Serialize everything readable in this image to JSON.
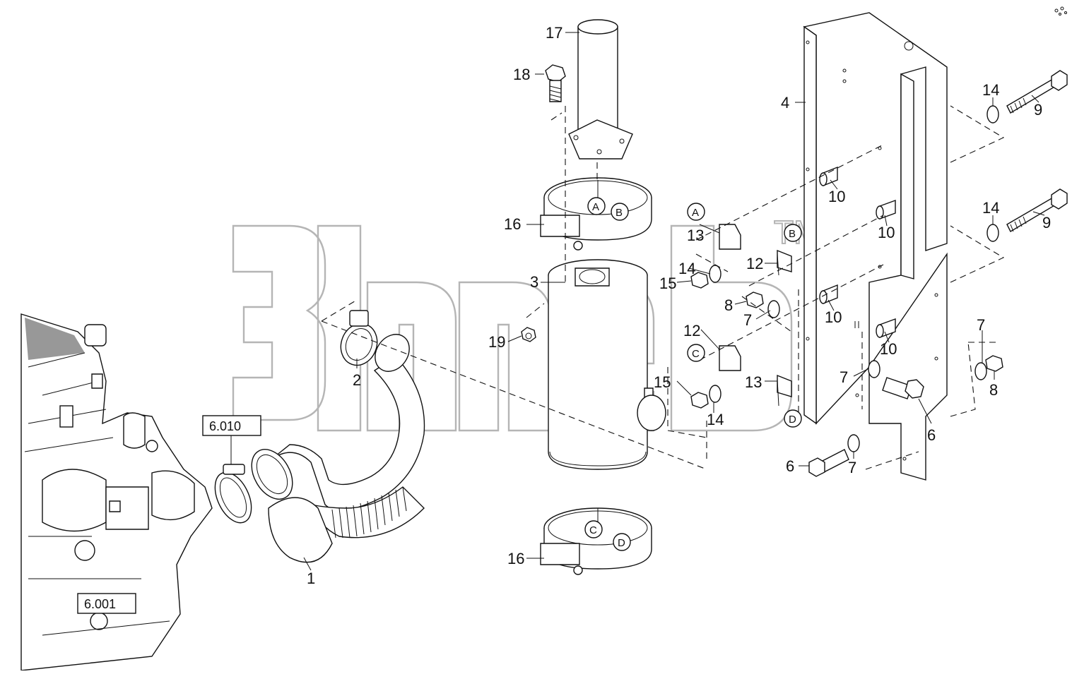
{
  "watermark": {
    "trademark": "TM"
  },
  "ref_boxes": [
    {
      "id": "ref-6-010",
      "label": "6.010"
    },
    {
      "id": "ref-6-001",
      "label": "6.001"
    }
  ],
  "callouts": [
    {
      "id": "c1",
      "label": "1"
    },
    {
      "id": "c2",
      "label": "2"
    },
    {
      "id": "c3",
      "label": "3"
    },
    {
      "id": "c4",
      "label": "4"
    },
    {
      "id": "c6a",
      "label": "6"
    },
    {
      "id": "c6b",
      "label": "6"
    },
    {
      "id": "c7a",
      "label": "7"
    },
    {
      "id": "c7b",
      "label": "7"
    },
    {
      "id": "c7c",
      "label": "7"
    },
    {
      "id": "c7d",
      "label": "7"
    },
    {
      "id": "c8a",
      "label": "8"
    },
    {
      "id": "c8b",
      "label": "8"
    },
    {
      "id": "c9a",
      "label": "9"
    },
    {
      "id": "c9b",
      "label": "9"
    },
    {
      "id": "c10a",
      "label": "10"
    },
    {
      "id": "c10b",
      "label": "10"
    },
    {
      "id": "c10c",
      "label": "10"
    },
    {
      "id": "c10d",
      "label": "10"
    },
    {
      "id": "c12a",
      "label": "12"
    },
    {
      "id": "c12b",
      "label": "12"
    },
    {
      "id": "c13a",
      "label": "13"
    },
    {
      "id": "c13b",
      "label": "13"
    },
    {
      "id": "c14a",
      "label": "14"
    },
    {
      "id": "c14b",
      "label": "14"
    },
    {
      "id": "c14c",
      "label": "14"
    },
    {
      "id": "c14d",
      "label": "14"
    },
    {
      "id": "c15a",
      "label": "15"
    },
    {
      "id": "c15b",
      "label": "15"
    },
    {
      "id": "c16a",
      "label": "16"
    },
    {
      "id": "c16b",
      "label": "16"
    },
    {
      "id": "c17",
      "label": "17"
    },
    {
      "id": "c18",
      "label": "18"
    },
    {
      "id": "c19",
      "label": "19"
    }
  ],
  "circle_refs": [
    {
      "id": "cr-a1",
      "label": "A"
    },
    {
      "id": "cr-b1",
      "label": "B"
    },
    {
      "id": "cr-a2",
      "label": "A"
    },
    {
      "id": "cr-b2",
      "label": "B"
    },
    {
      "id": "cr-c1",
      "label": "C"
    },
    {
      "id": "cr-d1",
      "label": "D"
    },
    {
      "id": "cr-c2",
      "label": "C"
    },
    {
      "id": "cr-d2",
      "label": "D"
    }
  ]
}
